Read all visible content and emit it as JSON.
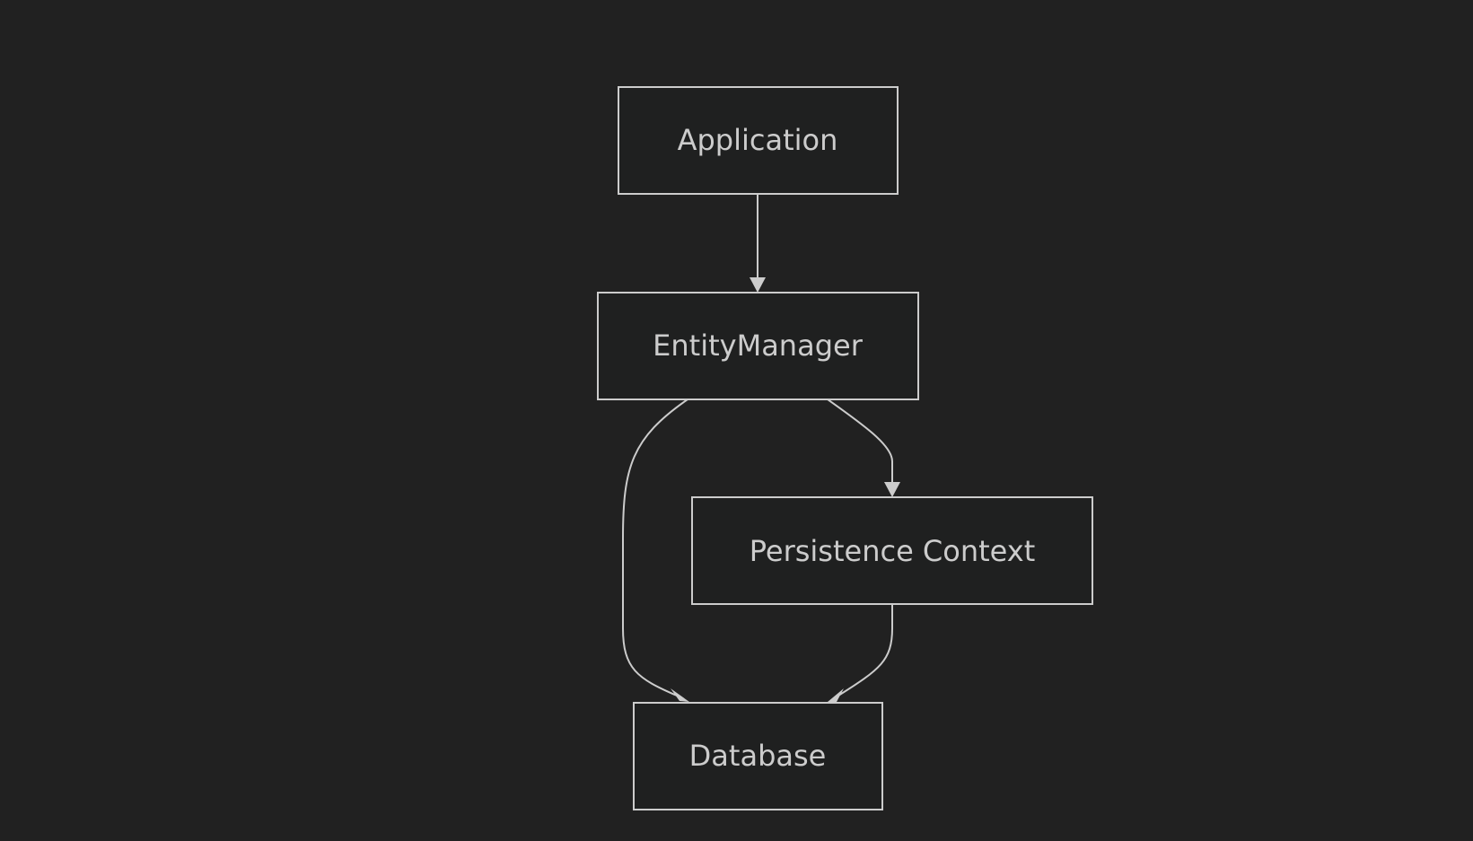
{
  "diagram": {
    "nodes": [
      {
        "id": "application",
        "label": "Application"
      },
      {
        "id": "entity-manager",
        "label": "EntityManager"
      },
      {
        "id": "persistence-context",
        "label": "Persistence Context"
      },
      {
        "id": "database",
        "label": "Database"
      }
    ],
    "edges": [
      {
        "from": "application",
        "to": "entity-manager"
      },
      {
        "from": "entity-manager",
        "to": "persistence-context"
      },
      {
        "from": "entity-manager",
        "to": "database"
      },
      {
        "from": "persistence-context",
        "to": "database"
      }
    ]
  },
  "colors": {
    "background": "#212121",
    "node_fill": "#1f2020",
    "stroke": "#cccccc",
    "text": "#cccccc"
  }
}
